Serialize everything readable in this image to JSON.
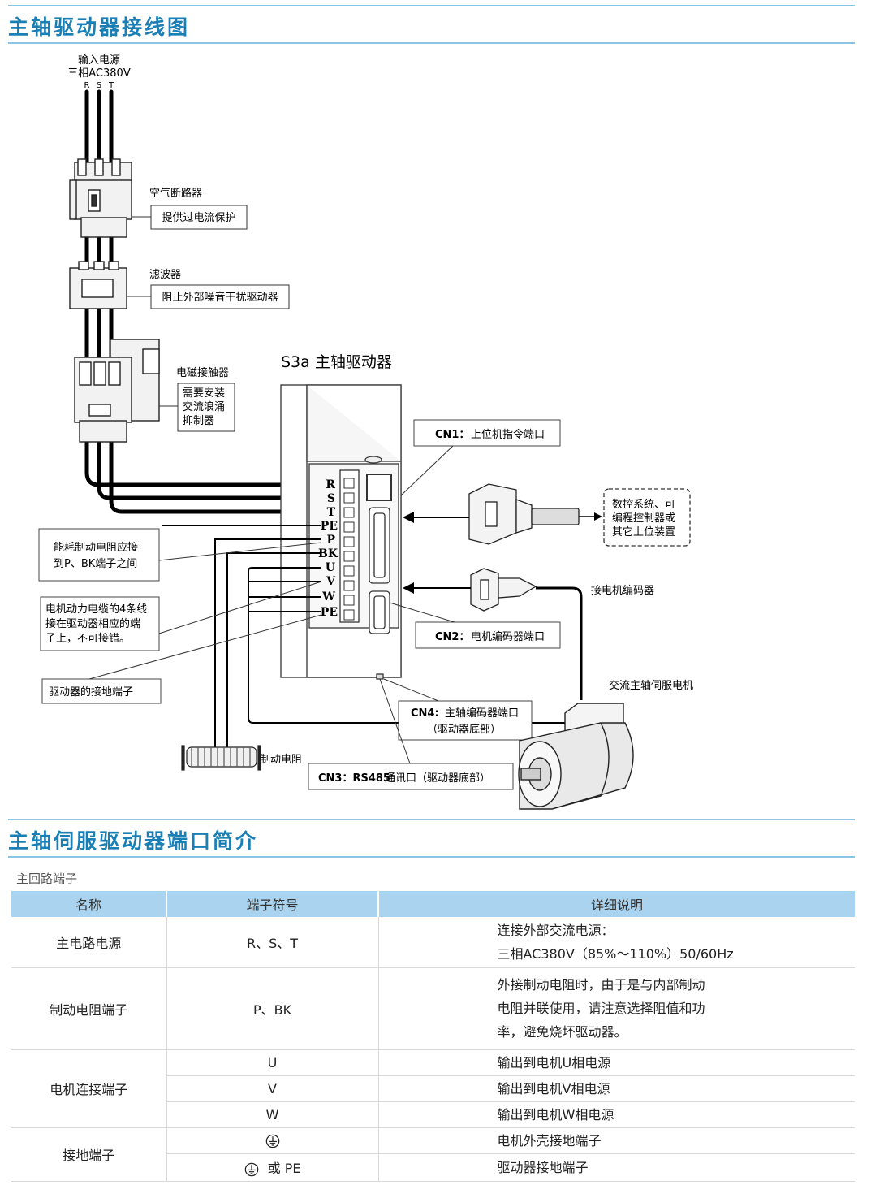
{
  "section1": {
    "title": "主轴驱动器接线图"
  },
  "section2": {
    "title": "主轴伺服驱动器端口简介"
  },
  "diagram": {
    "power_input": {
      "label1": "输入电源",
      "label2": "三相AC380V",
      "r": "R",
      "s": "S",
      "t": "T"
    },
    "breaker": {
      "name": "空气断路器",
      "note": "提供过电流保护"
    },
    "filter": {
      "name": "滤波器",
      "note": "阻止外部噪音干扰驱动器"
    },
    "contactor": {
      "name": "电磁接触器",
      "note_lines": [
        "需要安装",
        "交流浪涌",
        "抑制器"
      ]
    },
    "driver": {
      "title": "S3a  主轴驱动器"
    },
    "terminals": [
      "R",
      "S",
      "T",
      "PE",
      "P",
      "BK",
      "U",
      "V",
      "W",
      "PE"
    ],
    "callouts": {
      "brake_resistor_note": [
        "能耗制动电阻应接",
        "到P、BK端子之间"
      ],
      "motor_cable_note": [
        "电机动力电缆的4条线",
        "接在驱动器相应的端",
        "子上，不可接错。"
      ],
      "ground_note": "驱动器的接地端子",
      "cn1": {
        "code": "CN1：",
        "text": "上位机指令端口"
      },
      "cn2": {
        "code": "CN2：",
        "text": "电机编码器端口"
      },
      "cn4": {
        "code": "CN4:",
        "text": "主轴编码器端口",
        "sub": "（驱动器底部）"
      },
      "cn3": {
        "code": "CN3：RS485",
        "text": "通讯口（驱动器底部）"
      },
      "host_device": [
        "数控系统、可",
        "编程控制器或",
        "其它上位装置"
      ],
      "encoder_label": "接电机编码器",
      "motor_label": "交流主轴伺服电机",
      "resistor_label": "制动电阻"
    }
  },
  "table": {
    "subtitle": "主回路端子",
    "headers": [
      "名称",
      "端子符号",
      "详细说明"
    ],
    "rows": {
      "power": {
        "name": "主电路电源",
        "symbol": "R、S、T",
        "desc": [
          "连接外部交流电源：",
          "三相AC380V（85%～110%）50/60Hz"
        ]
      },
      "brake": {
        "name": "制动电阻端子",
        "symbol": "P、BK",
        "desc": [
          "外接制动电阻时，由于是与内部制动",
          "电阻并联使用，请注意选择阻值和功",
          "率，避免烧坏驱动器。"
        ]
      },
      "motor": {
        "name": "电机连接端子",
        "items": [
          {
            "symbol": "U",
            "desc": "输出到电机U相电源"
          },
          {
            "symbol": "V",
            "desc": "输出到电机V相电源"
          },
          {
            "symbol": "W",
            "desc": "输出到电机W相电源"
          }
        ]
      },
      "ground": {
        "name": "接地端子",
        "items": [
          {
            "symbol_text": "",
            "desc": "电机外壳接地端子"
          },
          {
            "symbol_text": "或 PE",
            "desc": "驱动器接地端子"
          }
        ]
      }
    }
  }
}
